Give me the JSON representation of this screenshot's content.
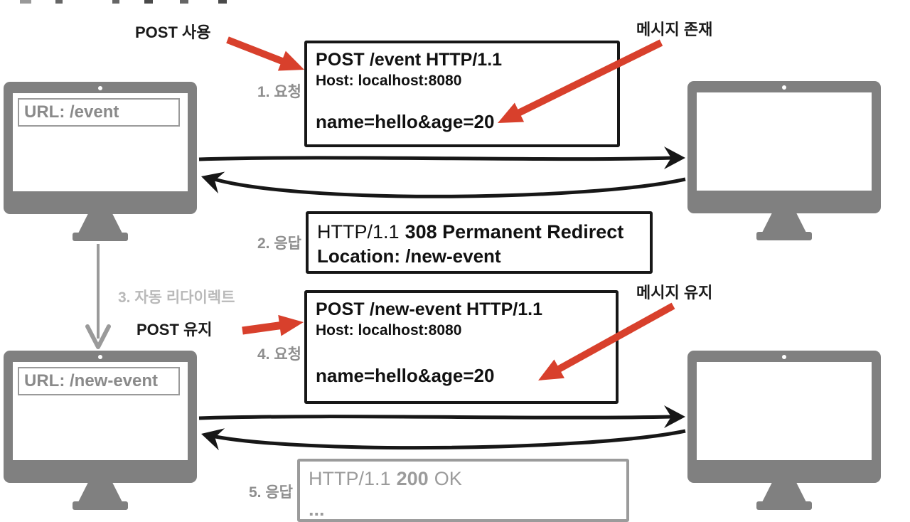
{
  "diagram_title_note": "HTTP 308 Permanent Redirect POST flow (top title cropped out of screenshot)",
  "labels": {
    "post_use": "POST 사용",
    "message_exists": "메시지 존재",
    "post_keep": "POST 유지",
    "message_keep": "메시지 유지",
    "step1": "1. 요청",
    "step2": "2. 응답",
    "step3": "3. 자동 리다이렉트",
    "step4": "4. 요청",
    "step5": "5. 응답"
  },
  "client_monitor_1": {
    "url_label": "URL: /event"
  },
  "client_monitor_2": {
    "url_label": "URL: /new-event"
  },
  "request1": {
    "method": "POST",
    "request_line_rest": "/event HTTP/1.1",
    "host": "Host: localhost:8080",
    "body": "name=hello&age=20"
  },
  "response2": {
    "protocol": "HTTP/1.1",
    "status": "308 Permanent Redirect",
    "location": "Location: /new-event"
  },
  "request4": {
    "method": "POST",
    "request_line_rest": "/new-event HTTP/1.1",
    "host": "Host: localhost:8080",
    "body": "name=hello&age=20"
  },
  "response5": {
    "protocol": "HTTP/1.1",
    "code": "200",
    "reason": "OK",
    "body": "..."
  },
  "colors": {
    "accent_red": "#d8402c",
    "monitor_gray": "#808080",
    "address_text_gray": "#8a8a8a",
    "step_label_gray": "#8e8e8e",
    "redirect_light_gray": "#b9b9b9",
    "muted_box_gray": "#9b9b9b",
    "ink_black": "#171717"
  }
}
